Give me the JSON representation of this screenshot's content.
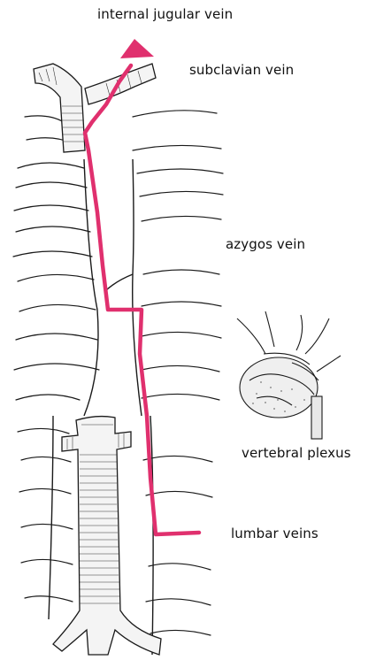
{
  "labels": {
    "internal_jugular_vein": "internal jugular vein",
    "subclavian_vein": "subclavian vein",
    "azygos_vein": "azygos vein",
    "vertebral_plexus": "vertebral plexus",
    "lumbar_veins": "lumbar veins"
  },
  "colors": {
    "pathway": "#e0306e",
    "outline": "#1a1a1a",
    "text": "#111111"
  }
}
